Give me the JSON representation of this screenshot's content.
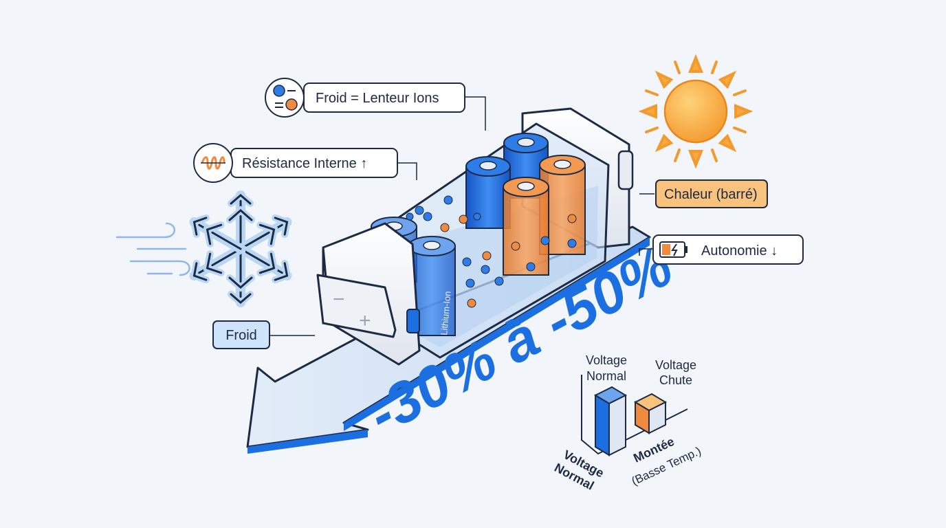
{
  "labels": {
    "ions": "Froid = Lenteur Ions",
    "resistance": "Résistance Interne ↑",
    "chaleur": "Chaleur (barré)",
    "autonomie": "Autonomie ↓",
    "froid": "Froid"
  },
  "battery": {
    "cell_label": "Lithium-Ion",
    "minus": "−",
    "plus": "+"
  },
  "loss_text": "-30% à -50%",
  "mini_chart": {
    "bar1_label_line1": "Voltage",
    "bar1_label_line2": "Normal",
    "bar2_label_line1": "Voltage",
    "bar2_label_line2": "Chute",
    "axis_left_line1": "Voltage",
    "axis_left_line2": "Normal",
    "axis_right_line1": "Montée",
    "axis_right_line2": "(Basse Temp.)"
  },
  "colors": {
    "blue": "#1c6fe0",
    "orange": "#f08a3c",
    "navy": "#1d2a44",
    "sun": "#f7a940"
  },
  "icons": {
    "cold": "snowflake-icon",
    "heat": "sun-icon",
    "ions": "ions-icon",
    "resistance": "coil-icon",
    "battery_low": "battery-low-icon"
  }
}
